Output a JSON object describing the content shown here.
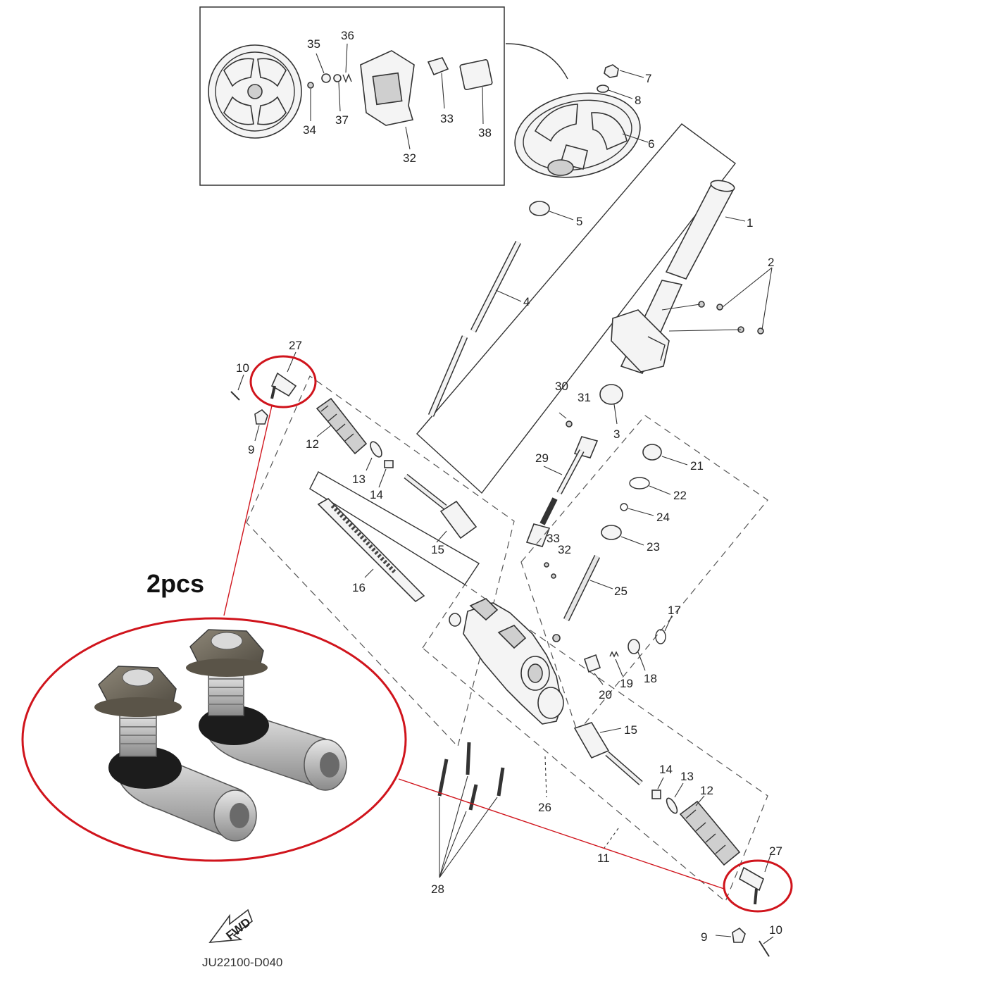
{
  "quantity_label": "2pcs",
  "diagram_code": "JU22100-D040",
  "fwd_label": "FWD",
  "callouts": [
    "1",
    "2",
    "3",
    "4",
    "5",
    "6",
    "7",
    "8",
    "9",
    "10",
    "11",
    "12",
    "13",
    "14",
    "15",
    "16",
    "17",
    "18",
    "19",
    "20",
    "21",
    "22",
    "23",
    "24",
    "25",
    "26",
    "27",
    "28",
    "29",
    "30",
    "31",
    "32",
    "33",
    "34",
    "35",
    "36",
    "37",
    "38"
  ],
  "highlight_color": "#d0141c",
  "highlighted_part": "27"
}
